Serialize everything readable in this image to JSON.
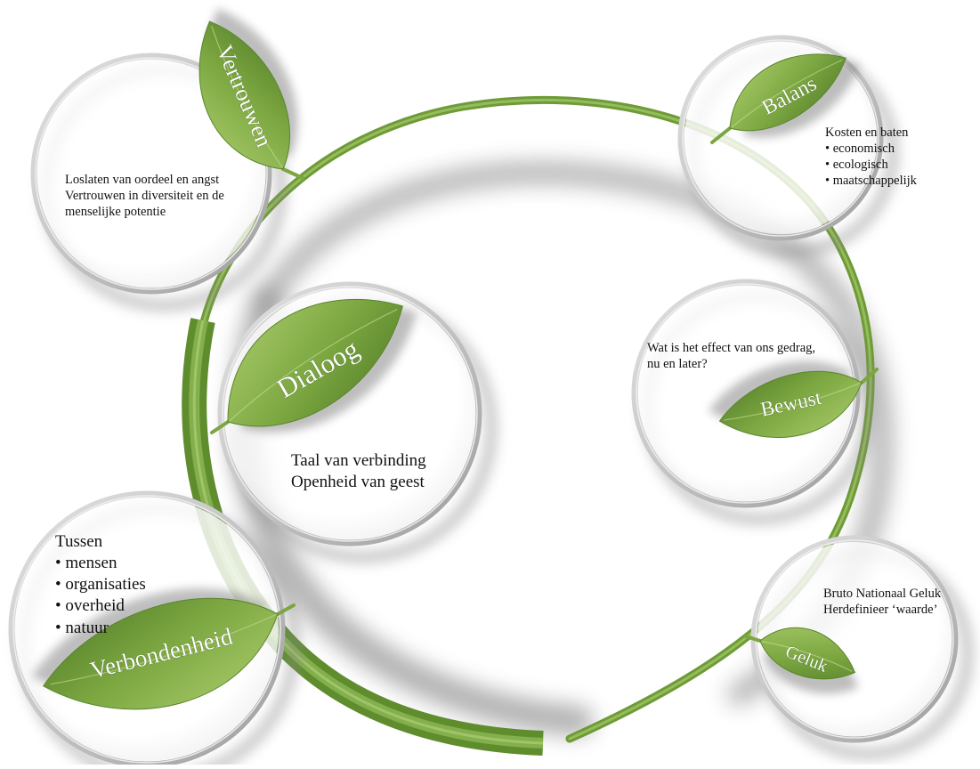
{
  "nodes": [
    {
      "id": "vertrouwen",
      "title": "Vertrouwen",
      "lines": [
        "Loslaten van oordeel en angst",
        "Vertrouwen in diversiteit en de",
        "menselijke potentie"
      ]
    },
    {
      "id": "balans",
      "title": "Balans",
      "intro": "Kosten en baten",
      "bullets": [
        "economisch",
        "ecologisch",
        "maatschappelijk"
      ]
    },
    {
      "id": "dialoog",
      "title": "Dialoog",
      "lines": [
        "Taal van verbinding",
        "Openheid van geest"
      ]
    },
    {
      "id": "bewust",
      "title": "Bewust",
      "lines": [
        "Wat is het effect van ons gedrag,",
        "nu en later?"
      ]
    },
    {
      "id": "verbondenheid",
      "title": "Verbondenheid",
      "intro": "Tussen",
      "bullets": [
        "mensen",
        "organisaties",
        "overheid",
        "natuur"
      ]
    },
    {
      "id": "geluk",
      "title": "Geluk",
      "lines": [
        "Bruto Nationaal Geluk",
        "Herdefinieer ‘waarde’"
      ]
    }
  ],
  "colors": {
    "leaf_light": "#9cc35c",
    "leaf_mid": "#7aa63e",
    "leaf_dark": "#4e7a26",
    "stem": "#6d9a36",
    "ring": "#bdbdbd",
    "shadow": "#8a8a8a"
  }
}
